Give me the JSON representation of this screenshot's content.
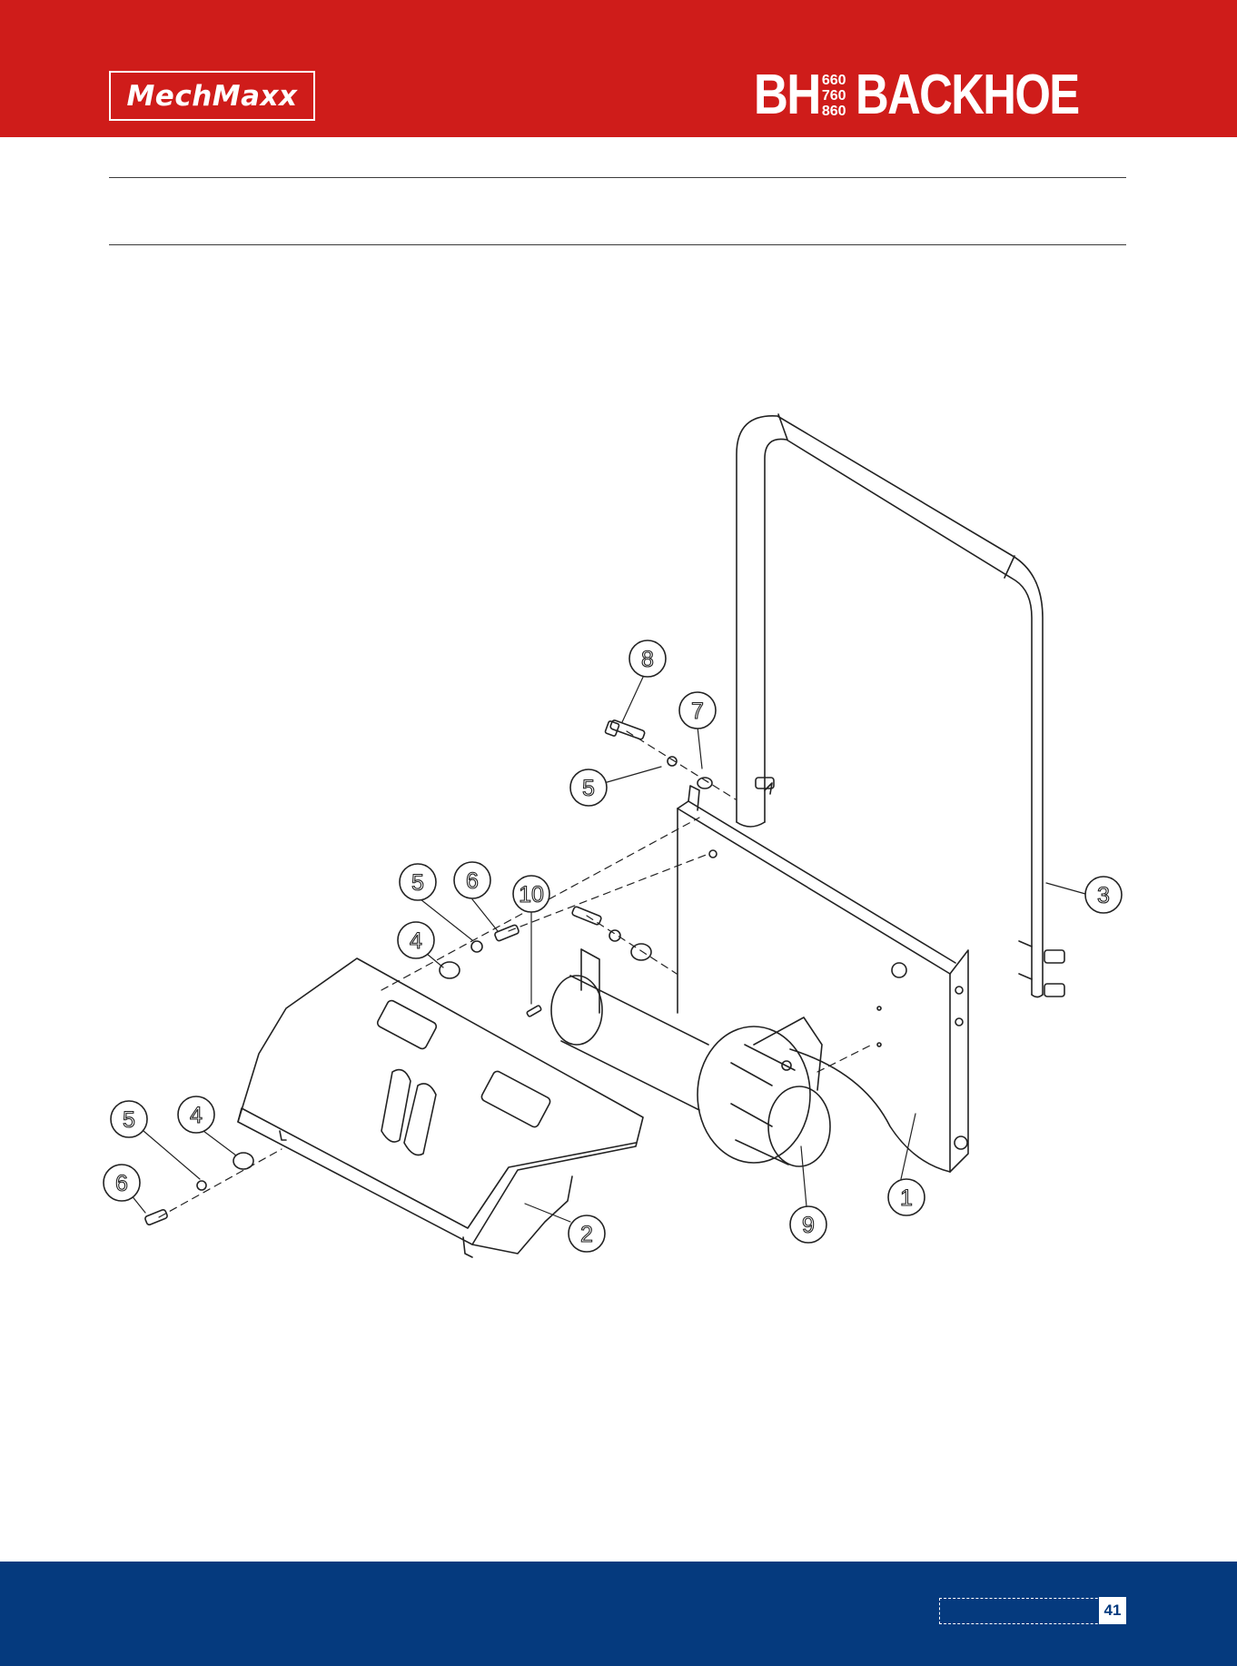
{
  "header": {
    "brand": "MechMaxx",
    "product_prefix": "BH",
    "models": [
      "660",
      "760",
      "860"
    ],
    "product_name": "BACKHOE",
    "brand_color": "#cf1c1a"
  },
  "diagram": {
    "callouts": [
      "1",
      "2",
      "3",
      "4",
      "4",
      "5",
      "5",
      "5",
      "6",
      "6",
      "7",
      "8",
      "9",
      "10"
    ]
  },
  "footer": {
    "page_number": "41",
    "footer_color": "#053a7e"
  }
}
